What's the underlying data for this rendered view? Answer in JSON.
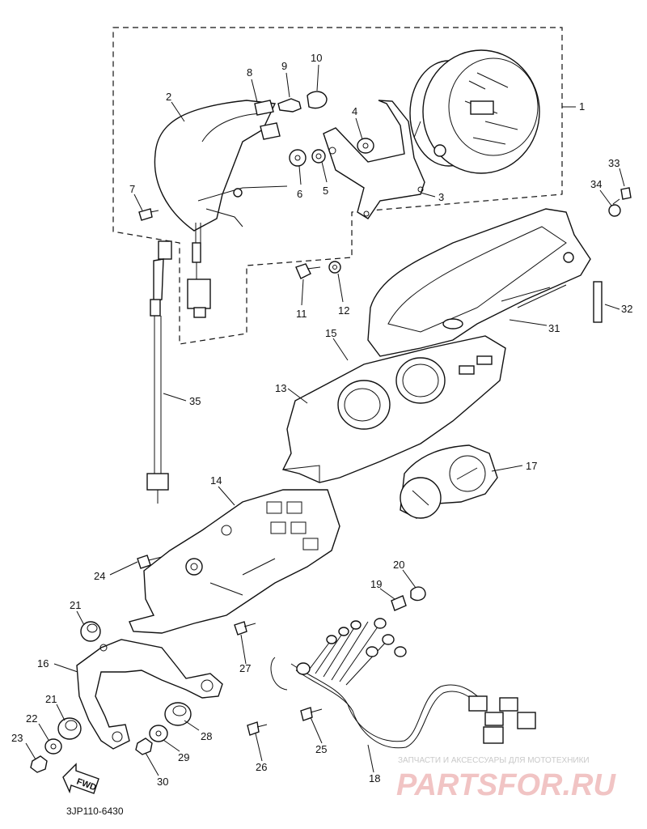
{
  "diagram": {
    "part_code": "3JP110-6430",
    "fwd_label": "FWD",
    "watermark": {
      "line1": "ЗАПЧАСТИ И АКСЕССУАРЫ ДЛЯ МОТОТЕХНИКИ",
      "line2": "PARTSFOR.RU"
    },
    "callouts": [
      "1",
      "2",
      "3",
      "4",
      "5",
      "6",
      "7",
      "8",
      "9",
      "10",
      "11",
      "12",
      "13",
      "14",
      "15",
      "16",
      "17",
      "18",
      "19",
      "20",
      "21",
      "21",
      "22",
      "23",
      "24",
      "25",
      "26",
      "27",
      "28",
      "29",
      "30",
      "31",
      "32",
      "33",
      "34",
      "35"
    ]
  }
}
